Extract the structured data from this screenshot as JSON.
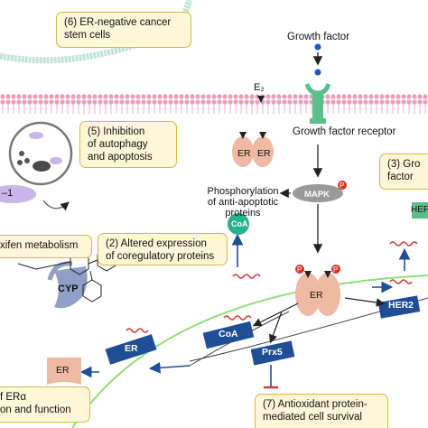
{
  "boxes": {
    "b6": {
      "line1": "(6) ER-negative cancer",
      "line2": "stem cells"
    },
    "b5": {
      "line1": "(5) Inhibition",
      "line2": "of autophagy",
      "line3": "and apoptosis"
    },
    "b3": {
      "line1": "(3) Gro",
      "line2": "factor"
    },
    "b1": {
      "line1": "xifen metabolism"
    },
    "b2": {
      "line1": "(2) Altered expression",
      "line2": "of coregulatory proteins"
    },
    "b4": {
      "line1": "f ERα",
      "line2": "on and function"
    },
    "b7": {
      "line1": "(7) Antioxidant protein-",
      "line2": "mediated cell survival"
    }
  },
  "labels": {
    "growth_factor": "Growth factor",
    "growth_factor_receptor": "Growth factor receptor",
    "e2": "E₂",
    "phospho1": "Phosphorylation",
    "phospho2": "of anti-apoptotic",
    "phospho3": "proteins",
    "mapk": "MAPK",
    "er": "ER",
    "p": "P",
    "coa": "CoA",
    "her2": "HER2",
    "her_partial": "HEF",
    "prx5": "Prx5",
    "cyp": "CYP",
    "minus1": "–1"
  },
  "colors": {
    "membrane": "#e9a0b6",
    "stem_cell_membrane": "#bfe3d4",
    "box_border": "#d8b93a",
    "box_fill": "#fdf6d9",
    "dna_bar": "#1f4e96",
    "er_protein": "#efb9a4",
    "phospho": "#d9332c",
    "arrow": "#1f4e96",
    "mrna": "#d33b3b",
    "nucleus_line": "#8fe07a"
  }
}
